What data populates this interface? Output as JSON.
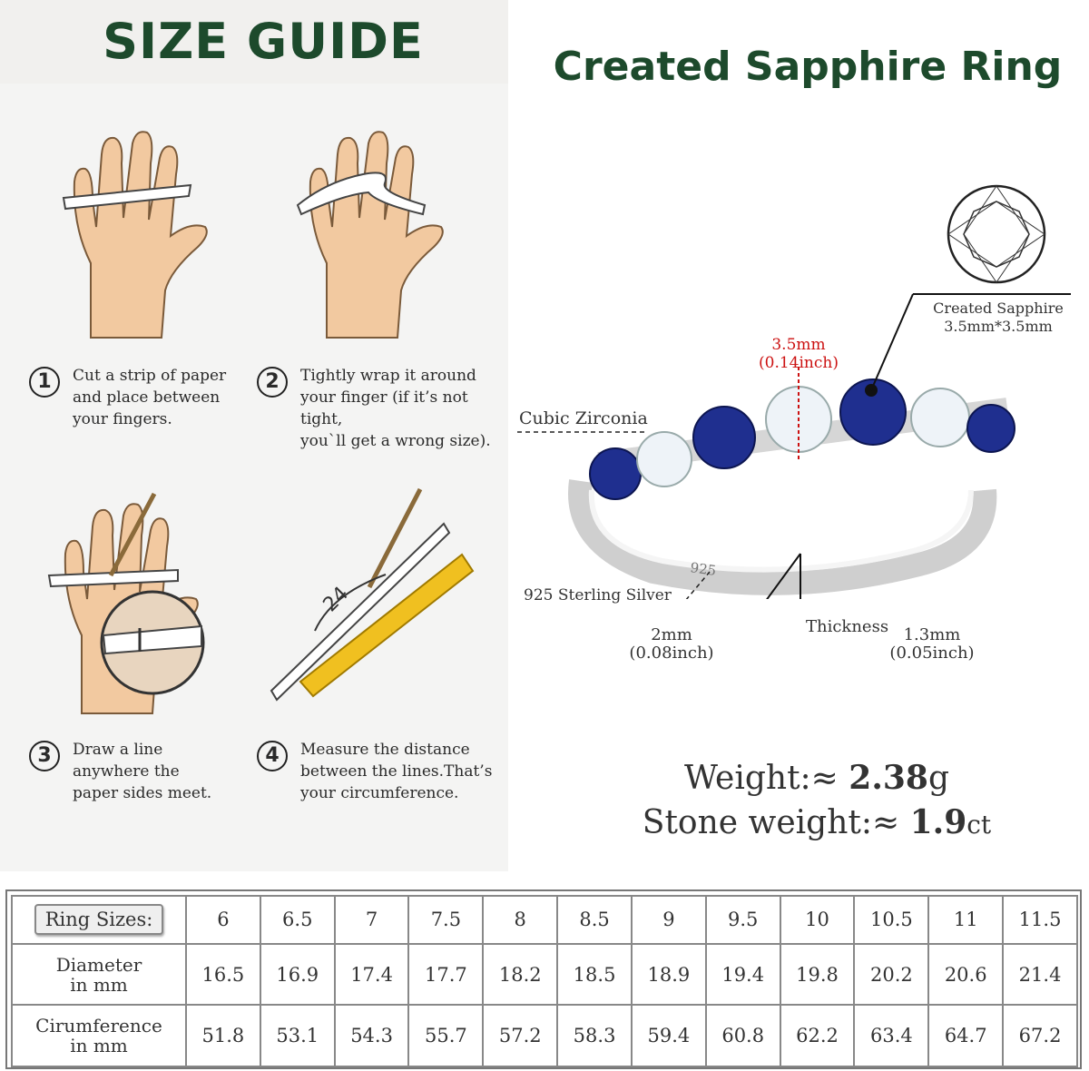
{
  "size_guide": {
    "title": "SIZE GUIDE",
    "steps": [
      {
        "number": "1",
        "text": "Cut a strip of paper\nand place between\nyour fingers."
      },
      {
        "number": "2",
        "text": "Tightly wrap it around\nyour finger (if it’s not tight,\nyou`ll get a wrong size)."
      },
      {
        "number": "3",
        "text": "Draw a line\nanywhere the\npaper sides meet."
      },
      {
        "number": "4",
        "text": "Measure the distance\nbetween the lines.That’s\nyour circumference."
      }
    ],
    "ruler_label": "24"
  },
  "ring": {
    "title": "Created Sapphire Ring",
    "labels": {
      "stone_size": "3.5mm",
      "stone_size_inch": "(0.14inch)",
      "cubic_zirconia": "Cubic Zirconia",
      "created_sapphire": "Created Sapphire",
      "created_sapphire_dim": "3.5mm*3.5mm",
      "sterling_silver": "925 Sterling Silver",
      "band_width": "2mm",
      "band_width_inch": "(0.08inch)",
      "thickness": "Thickness",
      "thickness_value": "1.3mm",
      "thickness_inch": "(0.05inch)",
      "hallmark": "925"
    },
    "weight_label": "Weight:≈ ",
    "weight_value": "2.38",
    "weight_unit": "g",
    "stone_weight_label": "Stone weight:≈ ",
    "stone_weight_value": "1.9",
    "stone_weight_unit": "ct"
  },
  "table": {
    "row_headers": [
      "Ring Sizes:",
      "Diameter\nin mm",
      "Cirumference\nin mm"
    ],
    "sizes": [
      "6",
      "6.5",
      "7",
      "7.5",
      "8",
      "8.5",
      "9",
      "9.5",
      "10",
      "10.5",
      "11",
      "11.5"
    ],
    "diameter": [
      "16.5",
      "16.9",
      "17.4",
      "17.7",
      "18.2",
      "18.5",
      "18.9",
      "19.4",
      "19.8",
      "20.2",
      "20.6",
      "21.4"
    ],
    "circumference": [
      "51.8",
      "53.1",
      "54.3",
      "55.7",
      "57.2",
      "58.3",
      "59.4",
      "60.8",
      "62.2",
      "63.4",
      "64.7",
      "67.2"
    ]
  },
  "colors": {
    "title_green": "#1d4a2c",
    "skin": "#f2c9a0",
    "sapphire": "#1f2f8f",
    "ruler": "#f0c020",
    "dimension_red": "#cc1111"
  }
}
